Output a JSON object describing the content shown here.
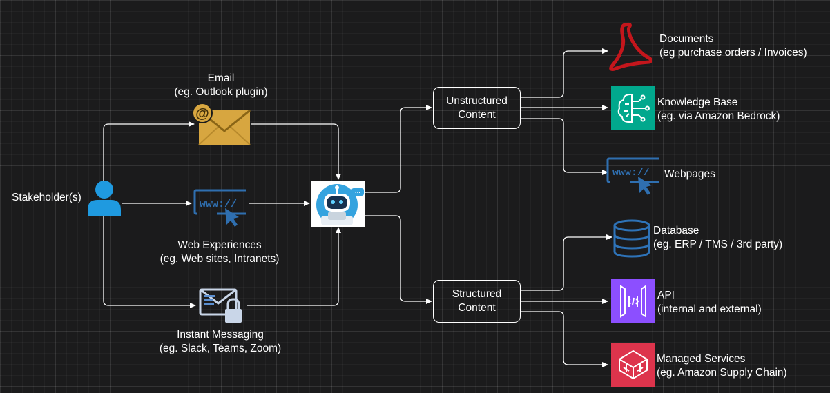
{
  "colors": {
    "background": "#1b1b1c",
    "connector": "#ffffff",
    "email_gold": "#d7a640",
    "web_blue": "#2f6fb0",
    "bot_blue": "#34a3df",
    "pdf_red": "#c4161c",
    "bedrock_teal": "#01a88d",
    "database_blue": "#2e73b8",
    "api_purple": "#8c4fff",
    "managed_red": "#dd344c"
  },
  "stakeholder": {
    "label": "Stakeholder(s)",
    "icon": "person-icon"
  },
  "channels": {
    "email": {
      "title": "Email",
      "subtitle": "(eg. Outlook plugin)",
      "icon": "email-envelope-icon"
    },
    "web": {
      "title": "Web Experiences",
      "subtitle": "(eg. Web sites, Intranets)",
      "icon": "www-browser-icon"
    },
    "im": {
      "title": "Instant Messaging",
      "subtitle": "(eg. Slack, Teams, Zoom)",
      "icon": "secure-message-icon"
    }
  },
  "assistant": {
    "icon": "chatbot-robot-icon",
    "badge": "..."
  },
  "unstructured": {
    "label_line1": "Unstructured",
    "label_line2": "Content",
    "targets": {
      "documents": {
        "title": "Documents",
        "subtitle": "(eg purchase orders / Invoices)",
        "icon": "pdf-acrobat-icon"
      },
      "knowledge": {
        "title": "Knowledge Base",
        "subtitle": "(eg. via Amazon Bedrock)",
        "icon": "bedrock-brain-icon"
      },
      "webpages": {
        "title": "Webpages",
        "icon": "www-browser-icon"
      }
    }
  },
  "structured": {
    "label_line1": "Structured",
    "label_line2": "Content",
    "targets": {
      "database": {
        "title": "Database",
        "subtitle": "(eg. ERP / TMS / 3rd party)",
        "icon": "database-icon"
      },
      "api": {
        "title": "API",
        "subtitle": "(internal and external)",
        "icon": "api-gateway-icon"
      },
      "managed": {
        "title": "Managed Services",
        "subtitle": "(eg. Amazon Supply Chain)",
        "icon": "supply-chain-icon"
      }
    }
  },
  "www_text": "www://"
}
